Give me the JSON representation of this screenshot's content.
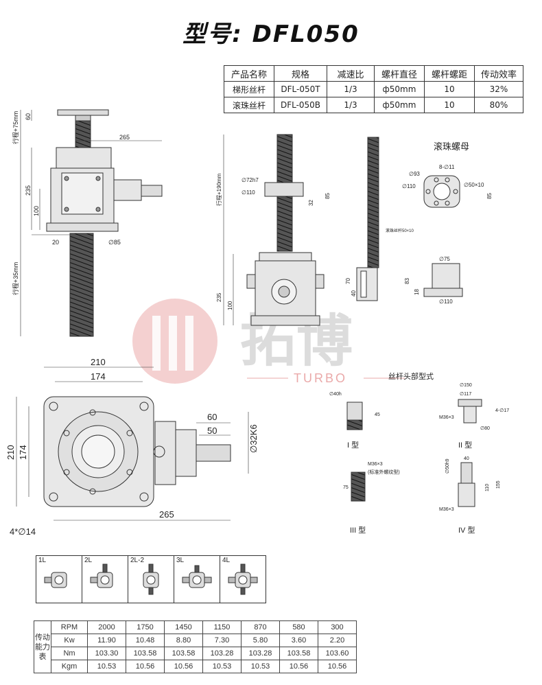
{
  "title": "型号: DFL050",
  "spec_table": {
    "headers": [
      "产品名称",
      "规格",
      "减速比",
      "螺杆直径",
      "螺杆螺距",
      "传动效率"
    ],
    "rows": [
      [
        "梯形丝杆",
        "DFL-050T",
        "1/3",
        "ф50mm",
        "10",
        "32%"
      ],
      [
        "滚珠丝杆",
        "DFL-050B",
        "1/3",
        "ф50mm",
        "10",
        "80%"
      ]
    ]
  },
  "side_view": {
    "stroke_top": "行程+75mm",
    "dim_60": "60",
    "dim_265": "265",
    "dim_235": "235",
    "dim_100": "100",
    "dim_20": "20",
    "dia_85": "∅85",
    "stroke_bottom": "行程+35mm"
  },
  "ball_screw_view": {
    "stroke": "行程+190mm",
    "dia_72": "∅72h7",
    "dia_110": "∅110",
    "dim_32": "32",
    "dim_85": "85",
    "dim_235": "235",
    "dim_100": "100",
    "screw_note": "滚珠丝杆50×10",
    "dim_70": "70",
    "dim_40": "40",
    "nut_title": "滚珠螺母",
    "nut_8x11": "8-∅11",
    "nut_93": "∅93",
    "nut_110": "∅110",
    "nut_50x10": "∅50×10",
    "nut_85": "85",
    "flange_75": "∅75",
    "flange_83": "83",
    "flange_18": "18",
    "flange_110": "∅110"
  },
  "top_view": {
    "dim_210_top": "210",
    "dim_174_top": "174",
    "dim_60": "60",
    "dim_50": "50",
    "shaft_dia": "∅32K6",
    "dim_210_left": "210",
    "dim_174_left": "174",
    "dim_265": "265",
    "holes": "4*∅14"
  },
  "watermark": {
    "brand_cn": "拓博",
    "brand_en": "TURBO"
  },
  "screw_heads": {
    "title": "丝杆头部型式",
    "type1": {
      "label": "I 型",
      "dia": "∅40h",
      "len": "45"
    },
    "type2": {
      "label": "II 型",
      "dia150": "∅150",
      "dia117": "∅117",
      "thread": "M36×3",
      "holes": "4-∅17",
      "dia80": "∅80"
    },
    "type3": {
      "label": "III 型",
      "thread": "M36×3",
      "note": "(标准外螺纹型)",
      "dim": "75"
    },
    "type4": {
      "label": "IV 型",
      "dim40": "40",
      "dia": "∅50h9",
      "dim110": "110",
      "dim155": "155",
      "thread": "M36×3"
    }
  },
  "layouts": [
    "1L",
    "2L",
    "2L-2",
    "3L",
    "4L"
  ],
  "performance": {
    "row_header": "传动能力表",
    "rows": [
      {
        "unit": "RPM",
        "values": [
          "2000",
          "1750",
          "1450",
          "1150",
          "870",
          "580",
          "300"
        ]
      },
      {
        "unit": "Kw",
        "values": [
          "11.90",
          "10.48",
          "8.80",
          "7.30",
          "5.80",
          "3.60",
          "2.20"
        ]
      },
      {
        "unit": "Nm",
        "values": [
          "103.30",
          "103.58",
          "103.58",
          "103.28",
          "103.28",
          "103.58",
          "103.60"
        ]
      },
      {
        "unit": "Kgm",
        "values": [
          "10.53",
          "10.56",
          "10.56",
          "10.53",
          "10.53",
          "10.56",
          "10.56"
        ]
      }
    ]
  },
  "colors": {
    "line": "#333333",
    "body_fill": "#e6e6e6",
    "watermark": "#e35a5a"
  }
}
